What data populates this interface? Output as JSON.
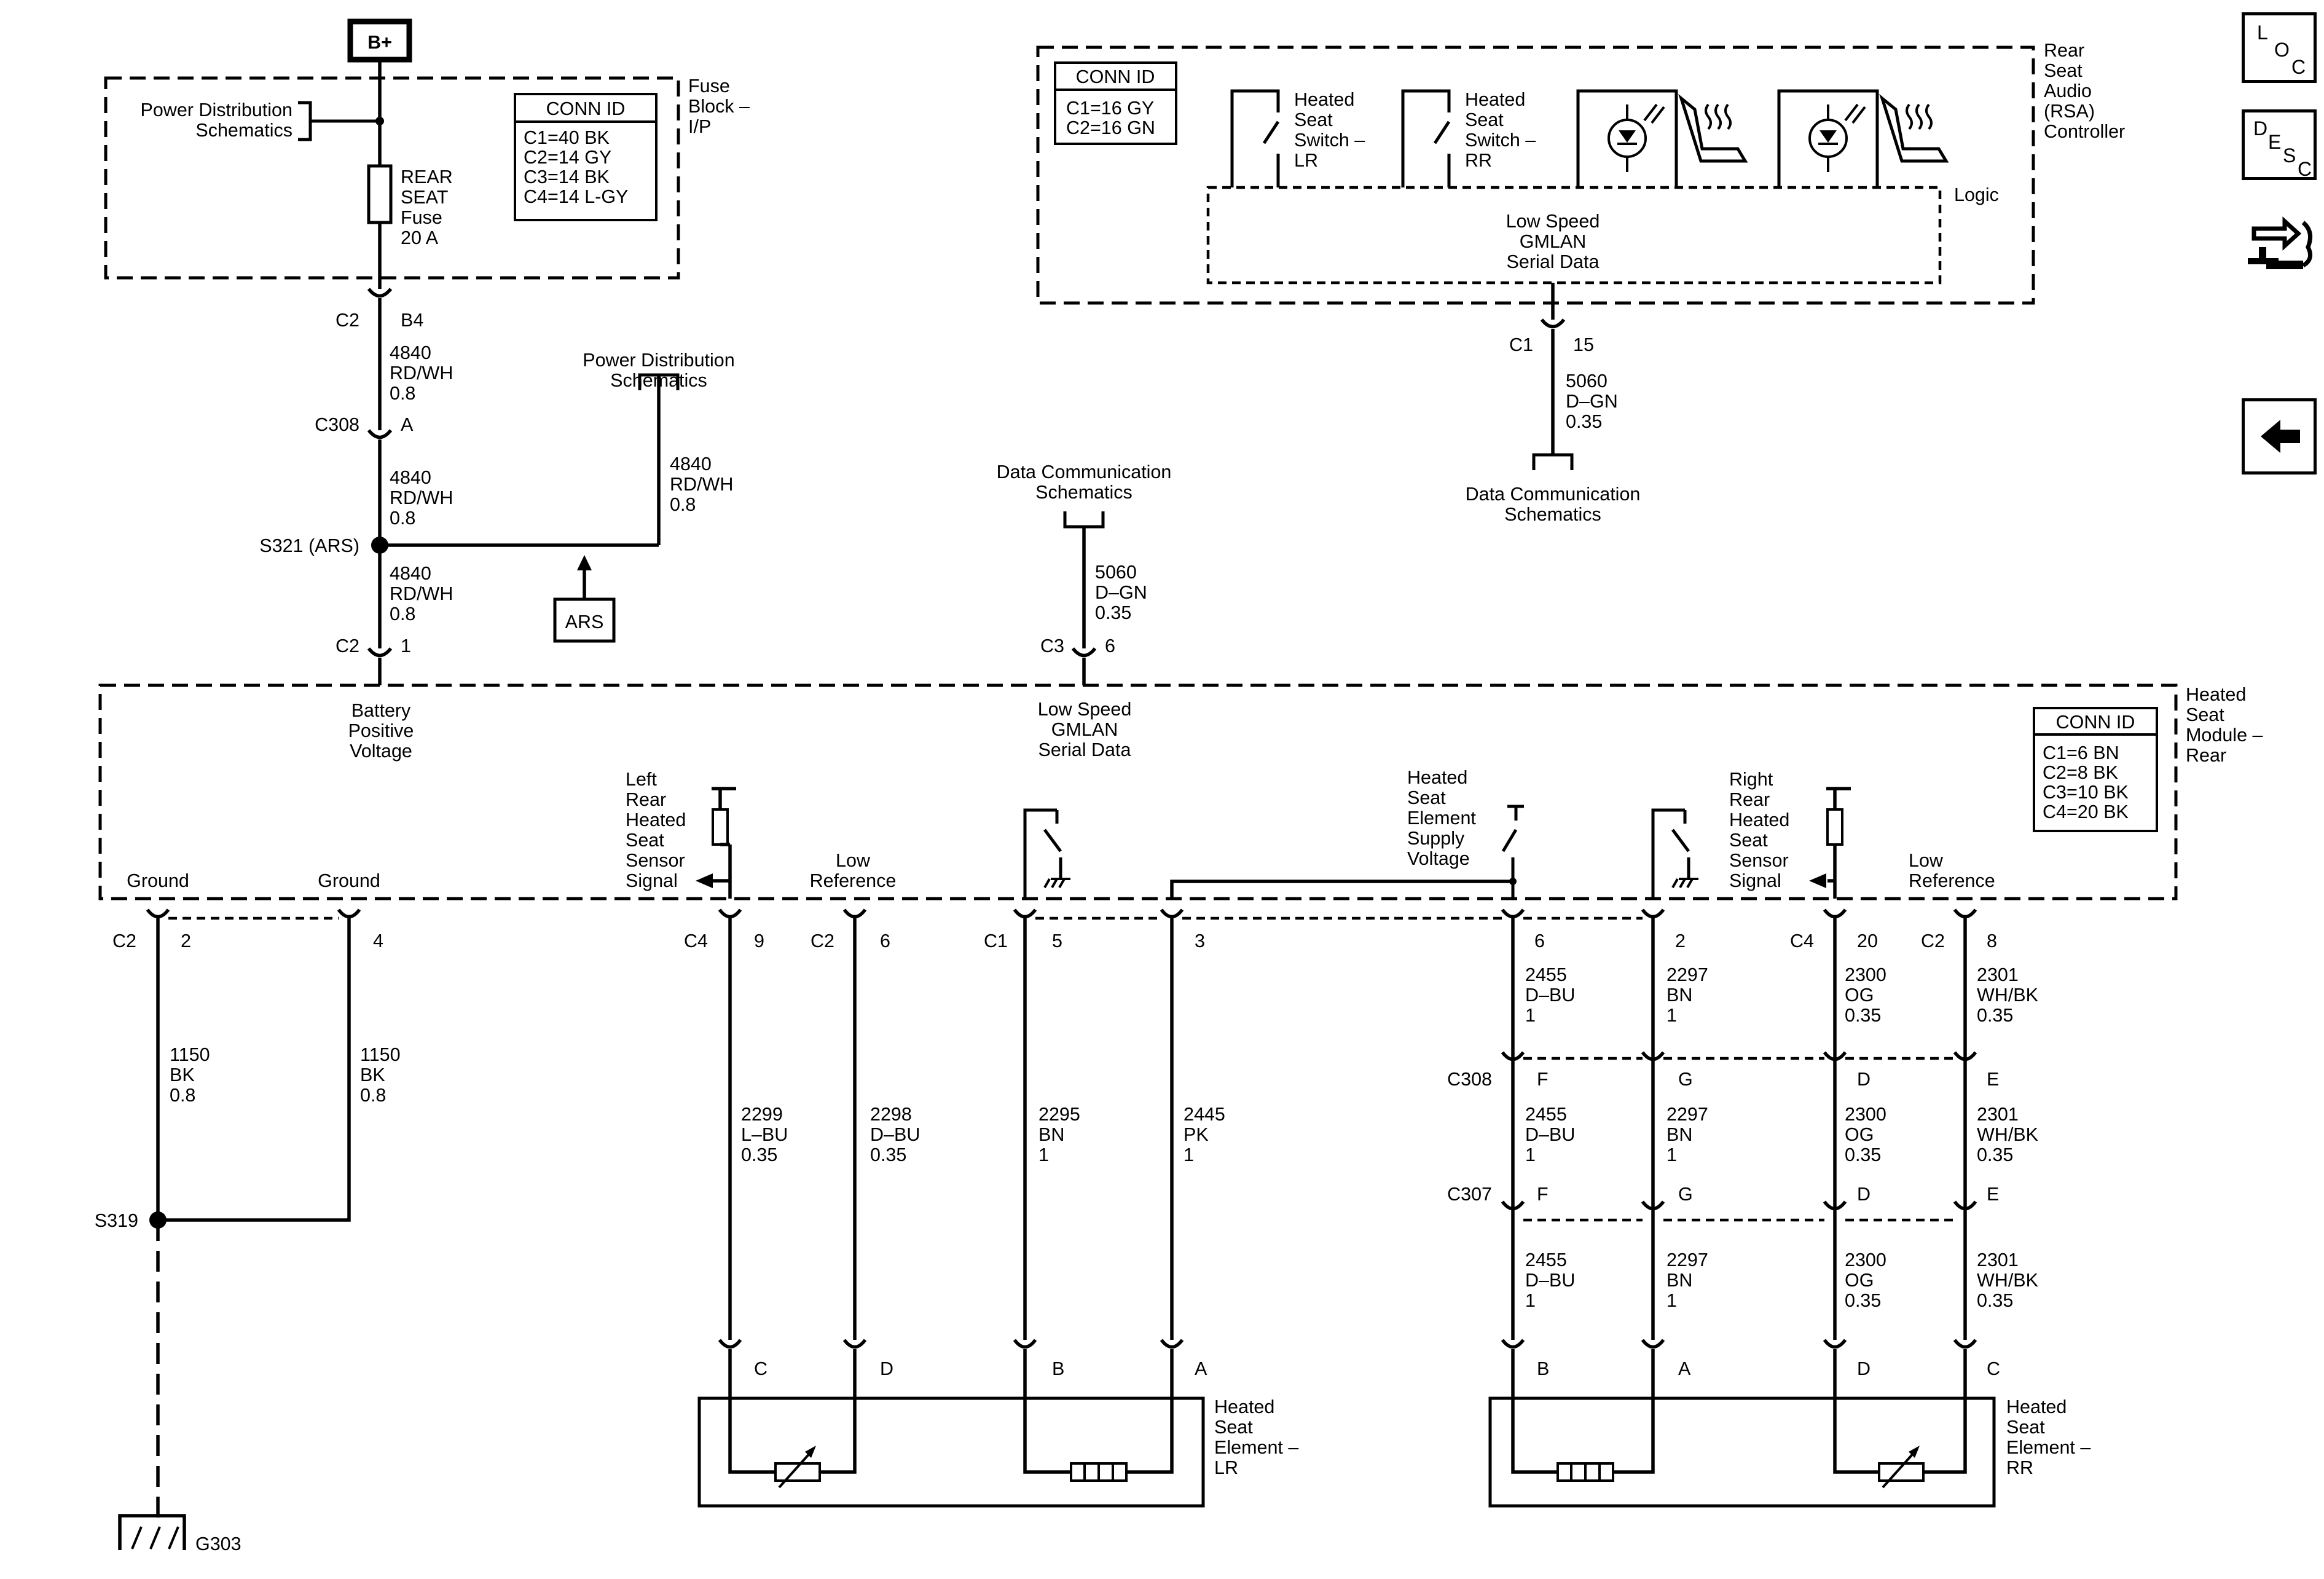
{
  "fuse_block": {
    "battery": "B+",
    "power_dist": [
      "Power Distribution",
      "Schematics"
    ],
    "fuse": [
      "REAR",
      "SEAT",
      "Fuse",
      "20 A"
    ],
    "conn_id": {
      "title": "CONN ID",
      "rows": [
        "C1=40 BK",
        "C2=14 GY",
        "C3=14 BK",
        "C4=14 L-GY"
      ]
    },
    "name": [
      "Fuse",
      "Block –",
      "I/P"
    ]
  },
  "feed": {
    "c2_b4": {
      "conn": "C2",
      "pin": "B4"
    },
    "wire_a": [
      "4840",
      "RD/WH",
      "0.8"
    ],
    "c308_a": {
      "conn": "C308",
      "pin": "A"
    },
    "wire_b": [
      "4840",
      "RD/WH",
      "0.8"
    ],
    "splice": "S321 (ARS)",
    "wire_c": [
      "4840",
      "RD/WH",
      "0.8"
    ],
    "branch_dest": [
      "Power Distribution",
      "Schematics"
    ],
    "branch_wire": [
      "4840",
      "RD/WH",
      "0.8"
    ],
    "ars": "ARS",
    "c2_1": {
      "conn": "C2",
      "pin": "1"
    }
  },
  "data_comm": {
    "dest": [
      "Data Communication",
      "Schematics"
    ],
    "wire": [
      "5060",
      "D–GN",
      "0.35"
    ],
    "c3_6": {
      "conn": "C3",
      "pin": "6"
    }
  },
  "rsa": {
    "conn_id": {
      "title": "CONN ID",
      "rows": [
        "C1=16 GY",
        "C2=16 GN"
      ]
    },
    "switch_lr": [
      "Heated",
      "Seat",
      "Switch –",
      "LR"
    ],
    "switch_rr": [
      "Heated",
      "Seat",
      "Switch –",
      "RR"
    ],
    "name": [
      "Rear",
      "Seat",
      "Audio",
      "(RSA)",
      "Controller"
    ],
    "logic": "Logic",
    "gmlan": [
      "Low Speed",
      "GMLAN",
      "Serial Data"
    ],
    "c1_15": {
      "conn": "C1",
      "pin": "15"
    },
    "wire": [
      "5060",
      "D–GN",
      "0.35"
    ],
    "dest": [
      "Data Communication",
      "Schematics"
    ]
  },
  "module": {
    "name": [
      "Heated",
      "Seat",
      "Module –",
      "Rear"
    ],
    "conn_id": {
      "title": "CONN ID",
      "rows": [
        "C1=6 BN",
        "C2=8 BK",
        "C3=10 BK",
        "C4=20 BK"
      ]
    },
    "battery_label": [
      "Battery",
      "Positive",
      "Voltage"
    ],
    "gmlan": [
      "Low Speed",
      "GMLAN",
      "Serial Data"
    ],
    "ground1": "Ground",
    "ground2": "Ground",
    "lr_sensor": [
      "Left",
      "Rear",
      "Heated",
      "Seat",
      "Sensor",
      "Signal"
    ],
    "low_ref_1": [
      "Low",
      "Reference"
    ],
    "supply": [
      "Heated",
      "Seat",
      "Element",
      "Supply",
      "Voltage"
    ],
    "rr_sensor": [
      "Right",
      "Rear",
      "Heated",
      "Seat",
      "Sensor",
      "Signal"
    ],
    "low_ref_2": [
      "Low",
      "Reference"
    ]
  },
  "pins": {
    "c2_2": {
      "conn": "C2",
      "pin": "2"
    },
    "p4": "4",
    "c4_9": {
      "conn": "C4",
      "pin": "9"
    },
    "c2_6": {
      "conn": "C2",
      "pin": "6"
    },
    "c1_5": {
      "conn": "C1",
      "pin": "5"
    },
    "p3": "3",
    "p6": "6",
    "p2": "2",
    "c4_20": {
      "conn": "C4",
      "pin": "20"
    },
    "c2_8": {
      "conn": "C2",
      "pin": "8"
    }
  },
  "wires": {
    "g1": [
      "1150",
      "BK",
      "0.8"
    ],
    "g2": [
      "1150",
      "BK",
      "0.8"
    ],
    "s319": "S319",
    "g303": "G303",
    "lr1": [
      "2299",
      "L–BU",
      "0.35"
    ],
    "lr2": [
      "2298",
      "D–BU",
      "0.35"
    ],
    "lr3": [
      "2295",
      "BN",
      "1"
    ],
    "lr4": [
      "2445",
      "PK",
      "1"
    ],
    "rr1": [
      "2455",
      "D–BU",
      "1"
    ],
    "rr2": [
      "2297",
      "BN",
      "1"
    ],
    "rr3": [
      "2300",
      "OG",
      "0.35"
    ],
    "rr4": [
      "2301",
      "WH/BK",
      "0.35"
    ]
  },
  "inline": {
    "c308": "C308",
    "c307": "C307",
    "pins": [
      "F",
      "G",
      "D",
      "E"
    ]
  },
  "elem_lr": {
    "pins": [
      "C",
      "D",
      "B",
      "A"
    ],
    "name": [
      "Heated",
      "Seat",
      "Element –",
      "LR"
    ]
  },
  "elem_rr": {
    "pins": [
      "B",
      "A",
      "D",
      "C"
    ],
    "name": [
      "Heated",
      "Seat",
      "Element –",
      "RR"
    ]
  },
  "nav": {
    "loc": [
      "L",
      "O",
      "C"
    ],
    "desc": [
      "D",
      "E",
      "S",
      "C"
    ]
  }
}
